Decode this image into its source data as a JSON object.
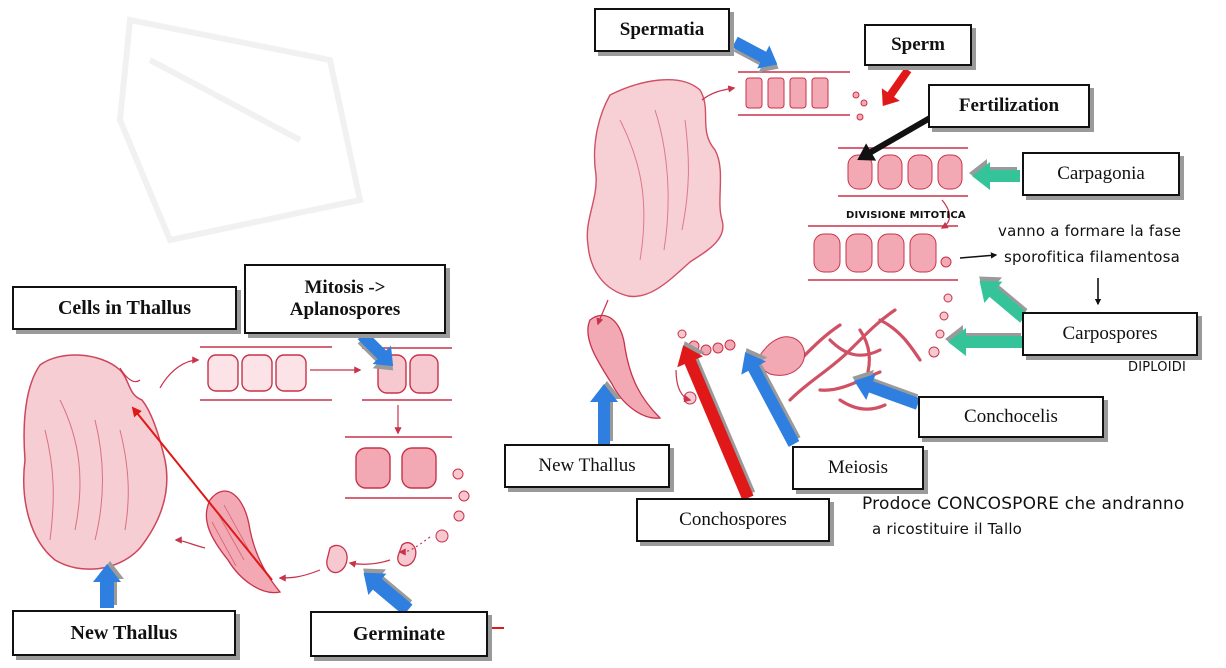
{
  "left_cycle": {
    "labels": {
      "cells_in_thallus": "Cells in Thallus",
      "mitosis_line1": "Mitosis ->",
      "mitosis_line2": "Aplanospores",
      "new_thallus": "New Thallus",
      "germinate": "Germinate"
    }
  },
  "right_cycle": {
    "labels": {
      "spermatia": "Spermatia",
      "sperm": "Sperm",
      "fertilization": "Fertilization",
      "carpagonia": "Carpagonia",
      "carpospores": "Carpospores",
      "conchocelis": "Conchocelis",
      "meiosis": "Meiosis",
      "conchospores": "Conchospores",
      "new_thallus": "New Thallus"
    },
    "handwritten_notes": {
      "divisione": "DIVISIONE MITOTICA",
      "sporo_line1": "vanno a formare la fase",
      "sporo_line2": "sporofitica filamentosa",
      "diploidi": "DIPLOIDI",
      "prodoce_line1": "Prodoce CONCOSPORE che andranno",
      "prodoce_line2": "a ricostituire il Tallo"
    }
  },
  "colors": {
    "tissue": "#c8324a",
    "tissue_fill": "#f6c8cf",
    "arrow_blue": "#2f7fe0",
    "arrow_red": "#e01818",
    "arrow_green": "#35c49a",
    "arrow_black": "#111111"
  }
}
